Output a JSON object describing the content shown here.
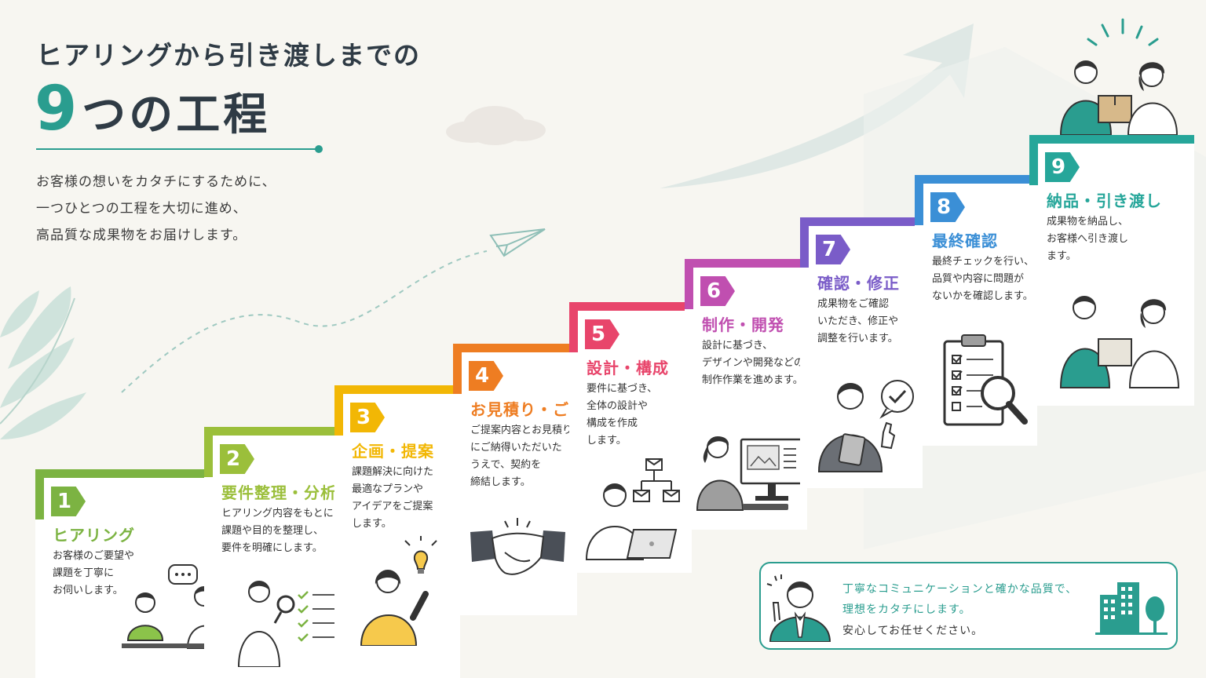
{
  "header": {
    "title_line1": "ヒアリングから引き渡しまでの",
    "title_number": "9",
    "title_rest": "つの工程",
    "intro": [
      "お客様の想いをカタチにするために、",
      "一つひとつの工程を大切に進め、",
      "高品質な成果物をお届けします。"
    ]
  },
  "steps": [
    {
      "num": "1",
      "title": "ヒアリング",
      "color": "#7cb342",
      "desc": [
        "お客様のご要望や",
        "課題を丁寧に",
        "お伺いします。"
      ]
    },
    {
      "num": "2",
      "title": "要件整理・分析",
      "color": "#9bbf3b",
      "desc": [
        "ヒアリング内容をもとに",
        "課題や目的を整理し、",
        "要件を明確にします。"
      ]
    },
    {
      "num": "3",
      "title": "企画・提案",
      "color": "#f2b705",
      "desc": [
        "課題解決に向けた",
        "最適なプランや",
        "アイデアをご提案",
        "します。"
      ]
    },
    {
      "num": "4",
      "title": "お見積り・ご契約",
      "color": "#ee7d22",
      "desc": [
        "ご提案内容とお見積り",
        "にご納得いただいた",
        "うえで、契約を",
        "締結します。"
      ]
    },
    {
      "num": "5",
      "title": "設計・構成",
      "color": "#e8456b",
      "desc": [
        "要件に基づき、",
        "全体の設計や",
        "構成を作成",
        "します。"
      ]
    },
    {
      "num": "6",
      "title": "制作・開発",
      "color": "#c04fb0",
      "desc": [
        "設計に基づき、",
        "デザインや開発などの",
        "制作作業を進めます。"
      ]
    },
    {
      "num": "7",
      "title": "確認・修正",
      "color": "#7a5cc8",
      "desc": [
        "成果物をご確認",
        "いただき、修正や",
        "調整を行います。"
      ]
    },
    {
      "num": "8",
      "title": "最終確認",
      "color": "#3b8fd6",
      "desc": [
        "最終チェックを行い、",
        "品質や内容に問題が",
        "ないかを確認します。"
      ]
    },
    {
      "num": "9",
      "title": "納品・引き渡し",
      "color": "#26a69a",
      "desc": [
        "成果物を納品し、",
        "お客様へ引き渡し",
        "ます。"
      ]
    }
  ],
  "message": {
    "line1": "丁寧なコミュニケーションと確かな品質で、",
    "line2": "理想をカタチにします。",
    "line3": "安心してお任せください。"
  }
}
